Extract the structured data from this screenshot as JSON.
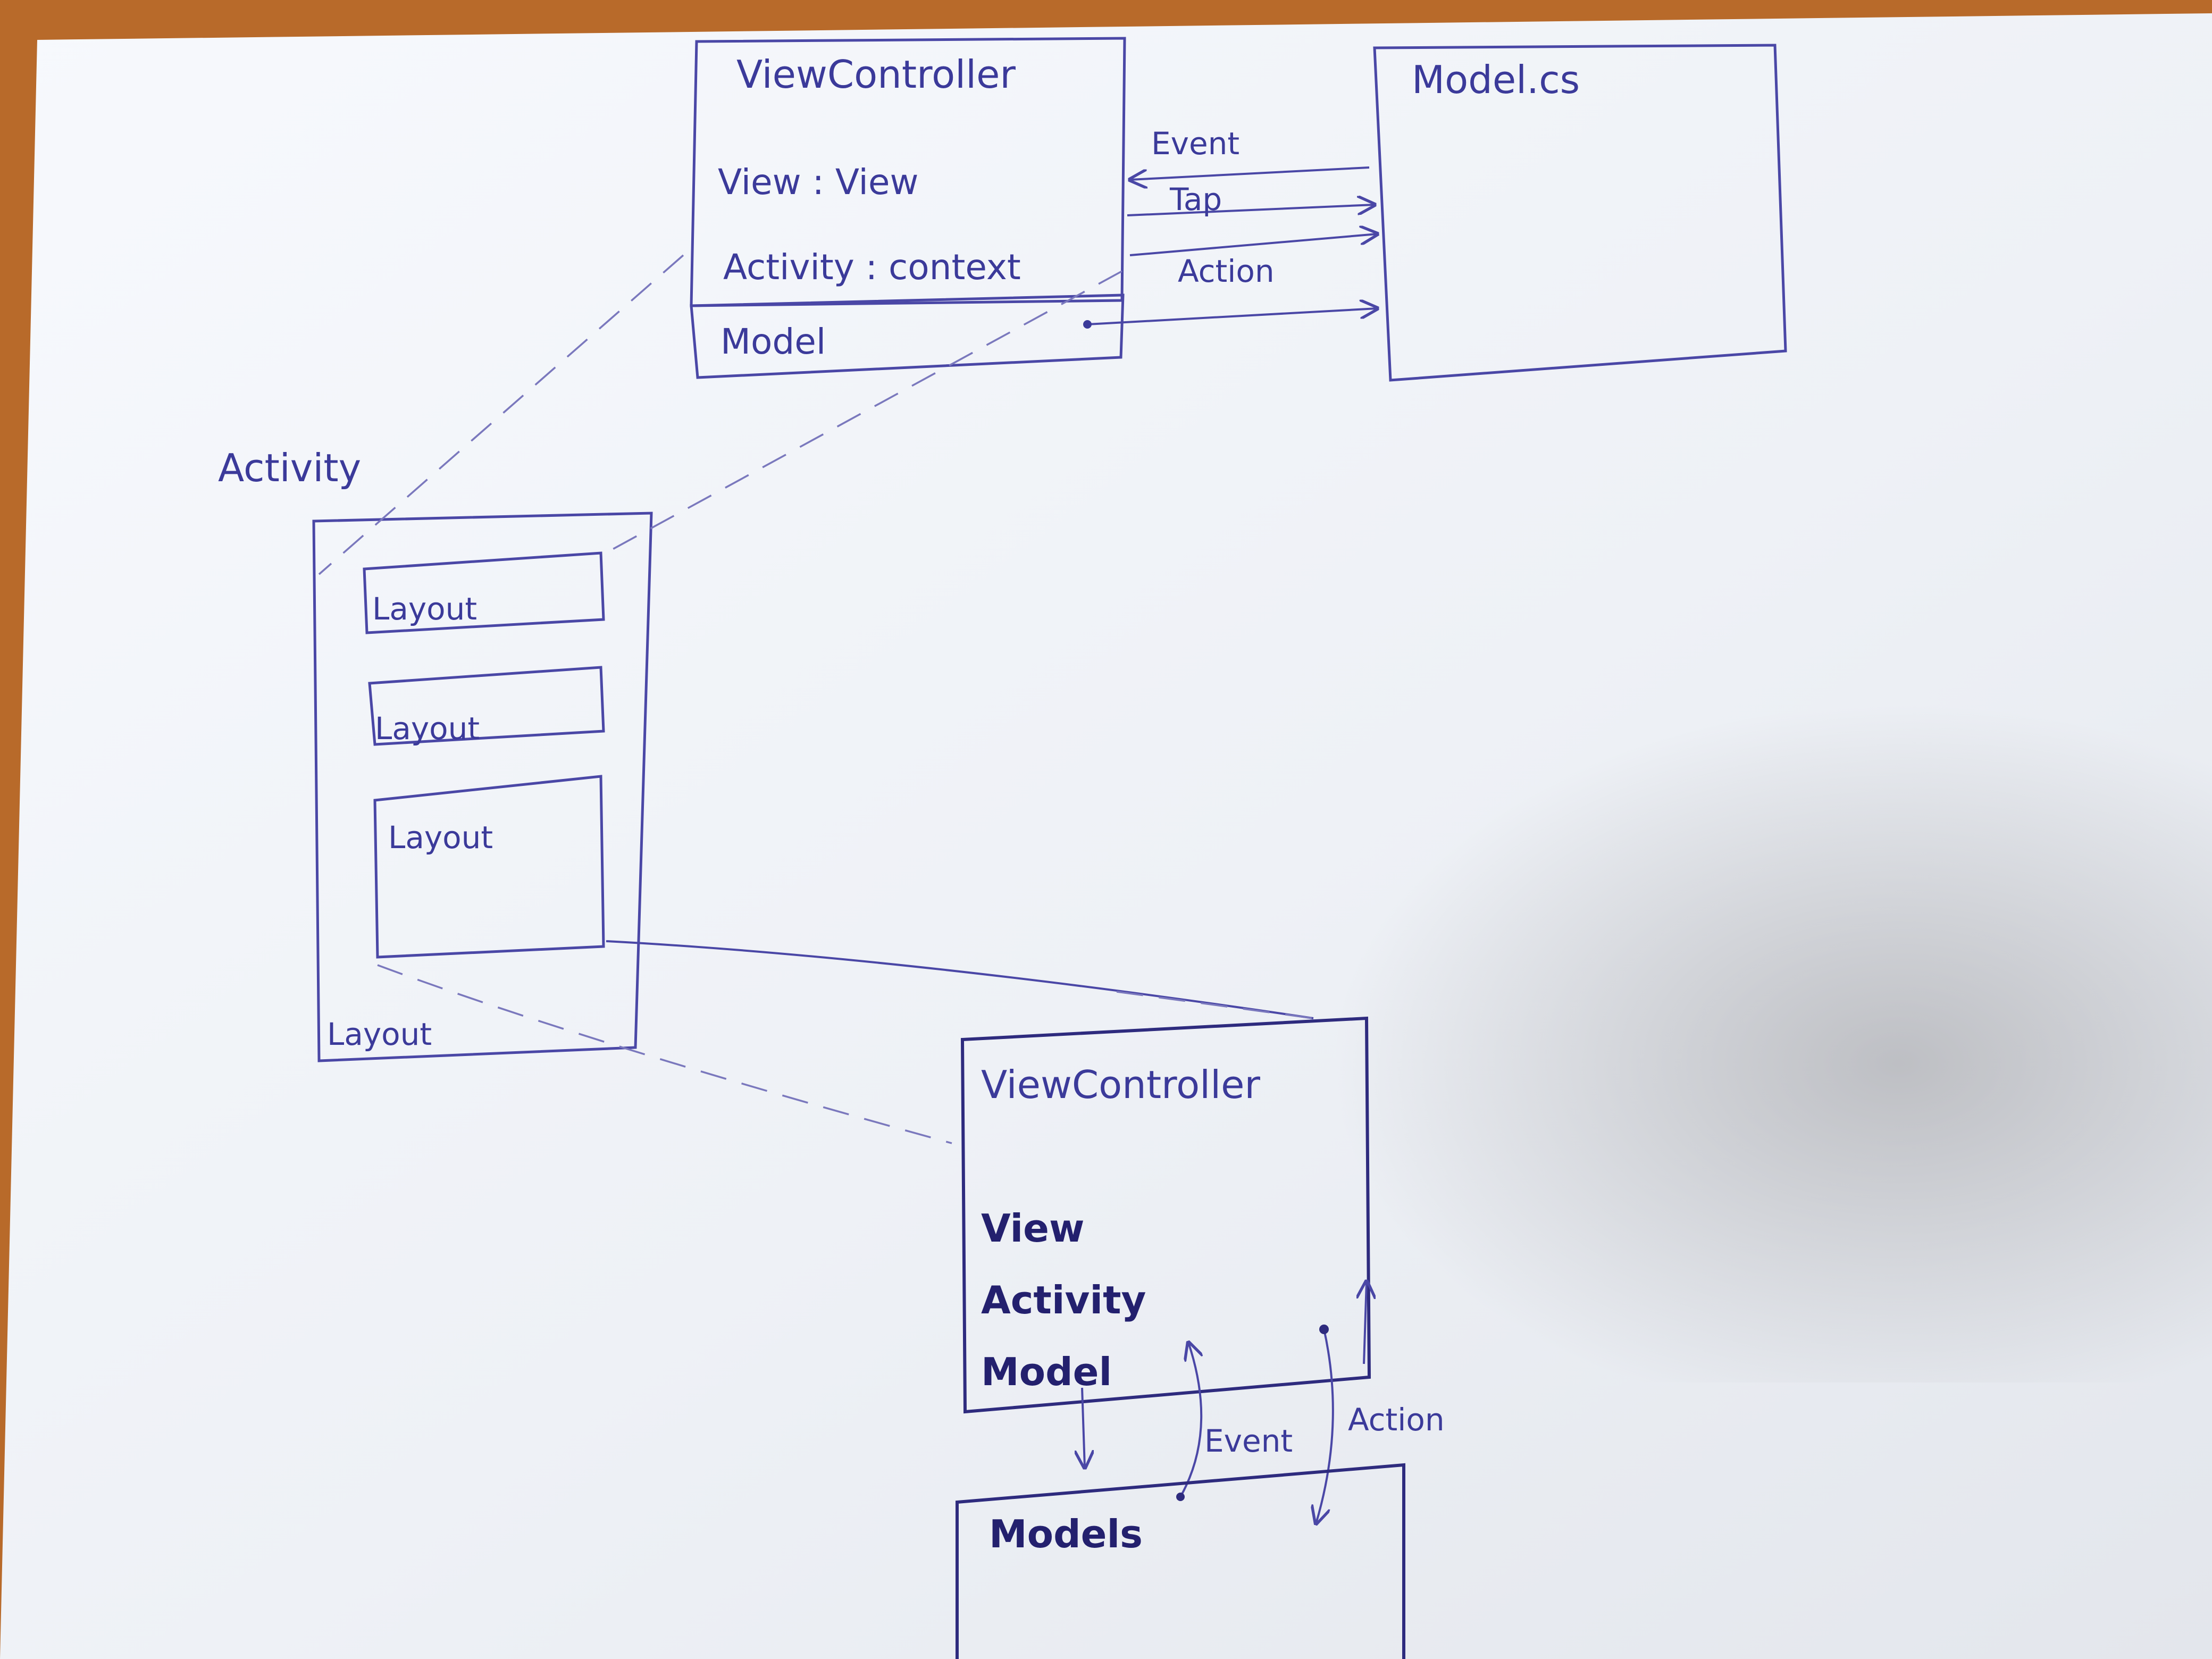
{
  "diagram": {
    "top_view_controller": {
      "title": "ViewController",
      "fields": [
        "View : View",
        "Activity : context"
      ],
      "model_section": "Model"
    },
    "model_cs": {
      "title": "Model.cs"
    },
    "top_arrows": {
      "event": "Event",
      "tap": "Tap",
      "action": "Action"
    },
    "activity": {
      "label": "Activity",
      "inner_layouts": [
        "Layout",
        "Layout",
        "Layout"
      ],
      "outer_layout": "Layout"
    },
    "bottom_view_controller": {
      "title": "ViewController",
      "fields": [
        "View",
        "Activity",
        "Model"
      ]
    },
    "bottom_arrows": {
      "event": "Event",
      "action": "Action"
    },
    "models_box": {
      "title": "Models"
    },
    "colors": {
      "ink": "#4a47a6",
      "paper": "#f3f5f9",
      "desk": "#b86a2a"
    }
  }
}
